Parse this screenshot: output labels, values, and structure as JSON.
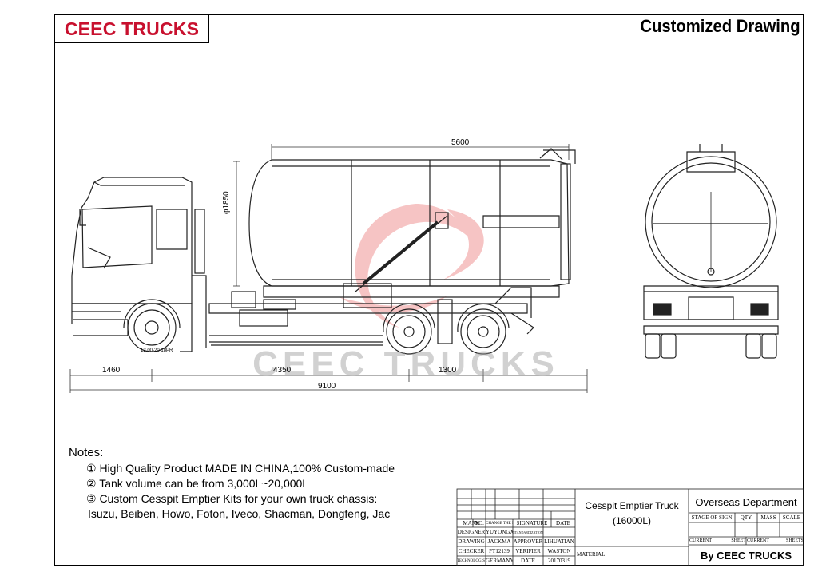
{
  "header": {
    "brand": "CEEC TRUCKS",
    "title": "Customized Drawing"
  },
  "watermark": "CEEC TRUCKS",
  "dimensions": {
    "tank_length": "5600",
    "tank_diameter": "φ1850",
    "front_overhang": "1460",
    "wheelbase": "4350",
    "rear_axle_spacing": "1300",
    "overall_length": "9100",
    "tyre_spec": "12.00-20 18PR"
  },
  "notes": {
    "heading": "Notes:",
    "items": [
      "① High Quality Product MADE IN CHINA,100% Custom-made",
      "② Tank volume can be from 3,000L~20,000L",
      "③ Custom Cesspit Emptier Kits for your own truck chassis:"
    ],
    "chassis_list": "Isuzu, Beiben, Howo, Foton, Iveco, Shacman, Dongfeng, Jac"
  },
  "title_block": {
    "product_name": "Cesspit Emptier Truck",
    "product_volume": "(16000L)",
    "department": "Overseas Department",
    "by": "By CEEC TRUCKS",
    "material_label": "MATERIAL",
    "header_row": [
      "MARK",
      "NO.",
      "CHANGE THE FILE NO.",
      "SIGNATURE",
      "DATE"
    ],
    "rows": [
      [
        "DESIGNER",
        "YUYONGXIN",
        "STANDARDIZATION",
        "",
        ""
      ],
      [
        "DRAWING",
        "JACKMA",
        "APPROVER",
        "LIHUATIAN",
        ""
      ],
      [
        "CHECKER",
        "PT12139",
        "VERIFIER",
        "WASTON",
        ""
      ],
      [
        "TECHNOLOGIST",
        "GERMANY",
        "DATE",
        "20170319",
        ""
      ]
    ],
    "stage_row": [
      "STAGE OF SIGN",
      "QTY",
      "MASS",
      "SCALE"
    ],
    "sheet_row": [
      "CURRENT",
      "SHEET",
      "CURRENT",
      "SHEETS"
    ]
  }
}
